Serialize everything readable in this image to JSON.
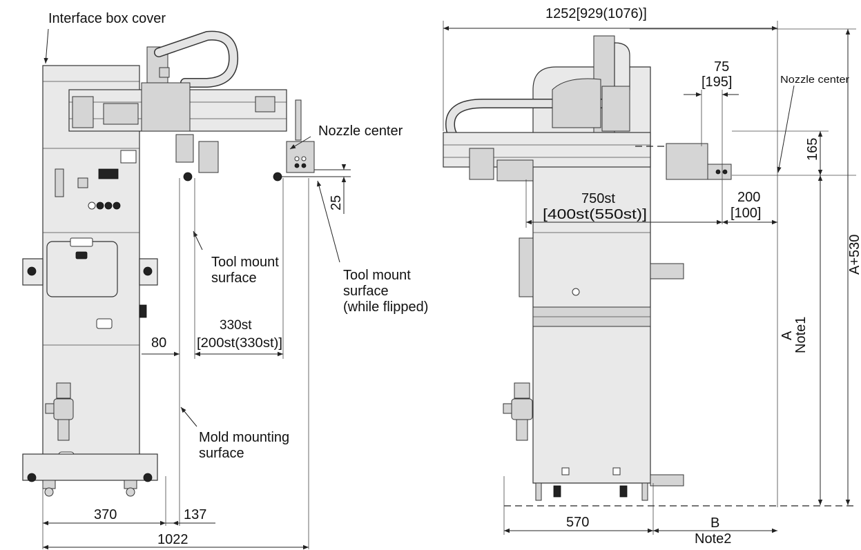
{
  "left_view": {
    "callouts": {
      "interface_box_cover": "Interface box cover",
      "nozzle_center": "Nozzle center",
      "tool_mount_line1": "Tool mount",
      "tool_mount_line2": "surface",
      "tool_mount_flipped_line1": "Tool mount",
      "tool_mount_flipped_line2": "surface",
      "tool_mount_flipped_line3": "(while flipped)",
      "mold_mounting_line1": "Mold mounting",
      "mold_mounting_line2": "surface"
    },
    "dimensions": {
      "d25": "25",
      "d80": "80",
      "stroke_330": "330st",
      "stroke_330_alt": "[200st(330st)]",
      "d370": "370",
      "d137": "137",
      "d1022": "1022"
    }
  },
  "right_view": {
    "callouts": {
      "nozzle_center": "Nozzle center"
    },
    "dimensions": {
      "overall_width": "1252[929(1076)]",
      "d75": "75",
      "d75_alt": "[195]",
      "d165": "165",
      "stroke_750": "750st",
      "stroke_750_alt": "[400st(550st)]",
      "d200": "200",
      "d200_alt": "[100]",
      "a_plus_530": "A+530",
      "a": "A",
      "note1": "Note1",
      "d570": "570",
      "b": "B",
      "note2": "Note2"
    }
  }
}
